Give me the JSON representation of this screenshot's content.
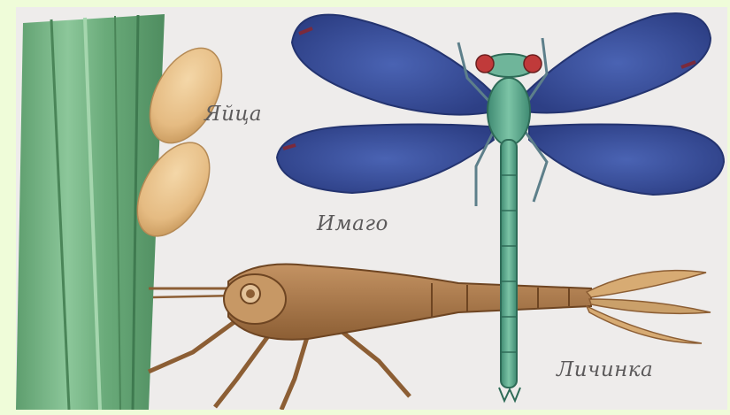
{
  "illustration": {
    "subjects": [
      "leaf",
      "eggs",
      "dragonfly-imago",
      "dragonfly-larva"
    ],
    "colors": {
      "background": "#eeeceb",
      "frame": "#effcd9",
      "leaf": "#6fae7b",
      "eggs": "#e8c08a",
      "wings": "#3a4f9a",
      "body": "#5fa58c",
      "eyes": "#c03a3a",
      "larva": "#a9794a",
      "label_text": "#5c5a5b"
    }
  },
  "labels": {
    "eggs": "Яйца",
    "imago": "Имаго",
    "larva": "Личинка"
  }
}
